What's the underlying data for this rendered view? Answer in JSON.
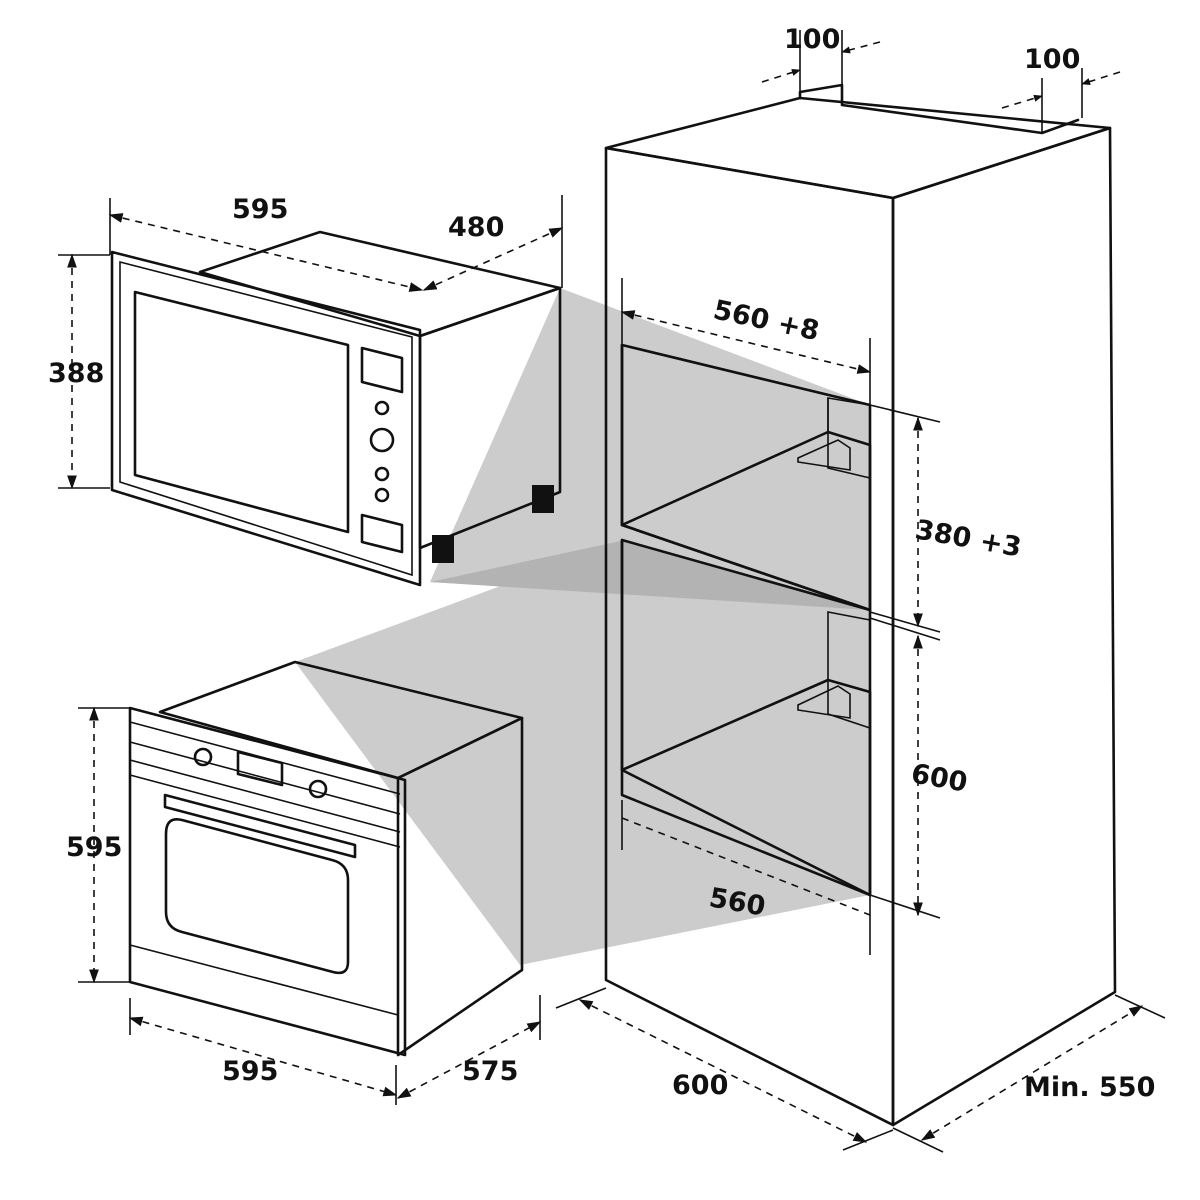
{
  "colors": {
    "line": "#111111",
    "shade": "#cccccc",
    "shade_dark": "#b3b3b3",
    "window": "#d9d9d9",
    "background": "#ffffff"
  },
  "dimensions": {
    "top_left_gap": "100",
    "top_right_gap": "100",
    "microwave_width": "595",
    "microwave_depth": "480",
    "microwave_height": "388",
    "upper_niche_width": "560 +8",
    "upper_niche_height": "380 +3",
    "lower_niche_height": "600",
    "lower_niche_width": "560",
    "oven_height": "595",
    "oven_width": "595",
    "oven_depth": "575",
    "cabinet_width": "600",
    "cabinet_depth": "Min. 550"
  }
}
